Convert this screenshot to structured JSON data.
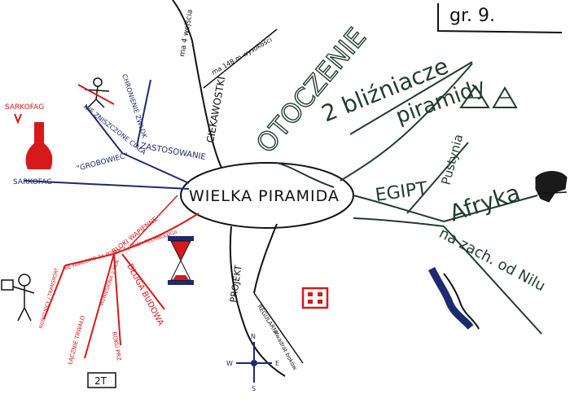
{
  "center": {
    "title": "WIELKA PIRAMIDA"
  },
  "group_label": "gr. 9.",
  "branches": {
    "otoczenie": {
      "line1": "OTOCZENIE",
      "line2": "2 bliźniacze",
      "line3": "piramidy"
    },
    "egipt": {
      "label": "EGIPT",
      "sub1": "Pustynia",
      "sub2": "Afryka",
      "sub3": "na zach. od Nilu"
    },
    "ciekawostki": {
      "label": "CIEKAWOSTKI",
      "sub1": "ma 4 wejścia",
      "sub2": "ma 148 m wysokości"
    },
    "zastosowanie": {
      "label": "ZASTOSOWANIE",
      "sub1": "CHRONIENIE ZWŁOK",
      "sub2": "NIE ZNISZCZONE CIAŁA",
      "sub3": "\"GROBOWIEC\""
    },
    "budowa": {
      "sub1": "BLOKI WAPIENNE",
      "sub2": "NIE WIADOMO ZA POMOCĄ JAKICH TECHNOLOGII",
      "sub3": "DŁUGA BUDOWA",
      "sub4": "WZNIESIONA 2 MLN",
      "sub5": "ROBOTNICY / TRANSPORT",
      "sub6": "ŁĄCZNIE TRWAŁO",
      "sub7": "ROKU PRZ",
      "sub8": "2T"
    },
    "projekt": {
      "label": "PROJEKT",
      "sub1": "REGULARNY",
      "sub2": "kwadrat boków",
      "compass": {
        "n": "N",
        "e": "E",
        "s": "S",
        "w": "W"
      }
    }
  },
  "sarkofag": {
    "label1": "SARKOFAG",
    "label2": "SARKOFAG"
  },
  "colors": {
    "green": "#1f3d2e",
    "navy": "#1c2a6e",
    "red": "#d61a1a",
    "black": "#111111"
  },
  "icons": [
    "pyramids-icon",
    "africa-map-icon",
    "nile-river-icon",
    "hourglass-icon",
    "compass-icon",
    "sarcophagus-icon",
    "stick-figure-icon",
    "square-blocks-icon"
  ]
}
